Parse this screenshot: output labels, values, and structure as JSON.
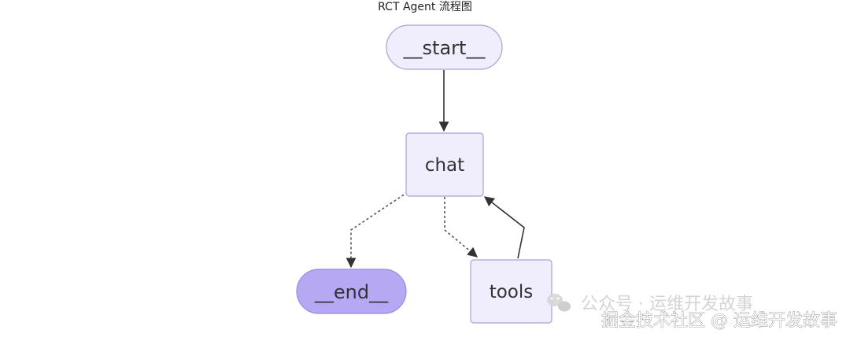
{
  "diagram": {
    "title": "RCT Agent 流程图",
    "nodes": {
      "start": {
        "label": "__start__"
      },
      "chat": {
        "label": "chat"
      },
      "end": {
        "label": "__end__"
      },
      "tools": {
        "label": "tools"
      }
    },
    "edges": [
      {
        "from": "start",
        "to": "chat",
        "style": "solid"
      },
      {
        "from": "chat",
        "to": "end",
        "style": "dashed"
      },
      {
        "from": "chat",
        "to": "tools",
        "style": "dashed"
      },
      {
        "from": "tools",
        "to": "chat",
        "style": "solid"
      }
    ],
    "colors": {
      "node_fill": "#f0eefc",
      "node_stroke": "#a9a2d1",
      "end_fill": "#b7a8f3",
      "edge": "#333333"
    }
  },
  "watermark": {
    "line1": "公众号 · 运维开发故事",
    "line2": "掘金技术社区 @ 运维开发故事",
    "icon": "wechat-icon"
  }
}
